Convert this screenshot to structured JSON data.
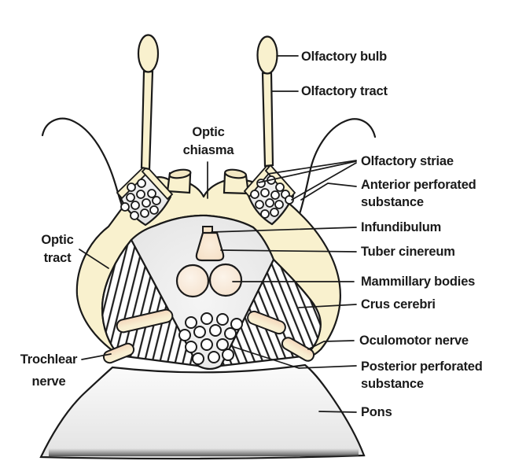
{
  "labels": {
    "olfactory_bulb": "Olfactory bulb",
    "olfactory_tract": "Olfactory tract",
    "optic_chiasma": [
      "Optic",
      "chiasma"
    ],
    "olfactory_striae": "Olfactory striae",
    "anterior_perforated_substance": [
      "Anterior perforated",
      "substance"
    ],
    "infundibulum": "Infundibulum",
    "tuber_cinereum": "Tuber cinereum",
    "mammillary_bodies": "Mammillary bodies",
    "crus_cerebri": "Crus cerebri",
    "oculomotor_nerve": "Oculomotor nerve",
    "posterior_perforated_substance": [
      "Posterior perforated",
      "substance"
    ],
    "pons": "Pons",
    "optic_tract": [
      "Optic",
      "tract"
    ],
    "trochlear_nerve": [
      "Trochlear",
      "nerve"
    ]
  },
  "colors": {
    "cream": "#F9F1CE",
    "cream_cut": "#F2E7C2",
    "band_pink": "#F6DCC3",
    "structure_pink": "#F8E7D1",
    "gray_light": "#F2F2F2",
    "gray_mid": "#E4E4E4",
    "outline": "#1A1A1A",
    "background": "#FFFFFF"
  }
}
